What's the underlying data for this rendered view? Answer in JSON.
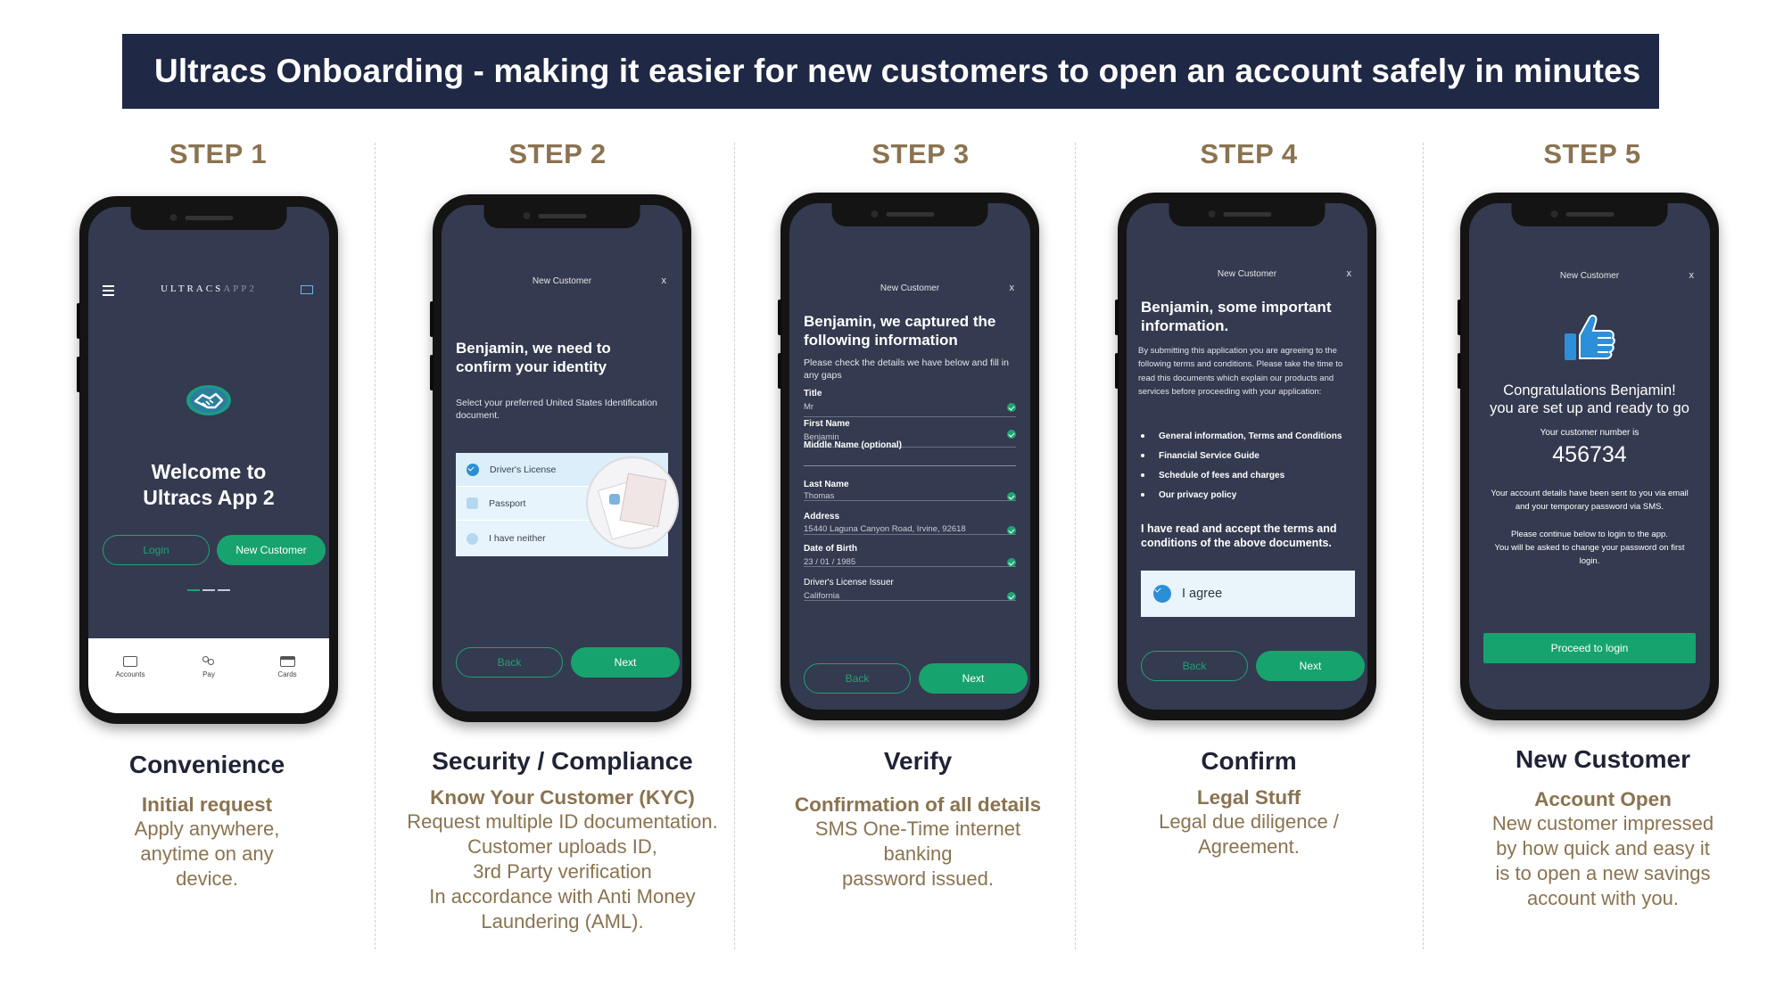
{
  "banner": {
    "title": "Ultracs Onboarding - making it easier for new customers to open an account safely in minutes"
  },
  "colors": {
    "banner_bg": "#1f2845",
    "accent_green": "#17a36d",
    "step_gold": "#8a7350",
    "screen_bg": "#343a4f"
  },
  "steps": [
    {
      "label": "STEP 1",
      "screen": {
        "menu_icon": "hamburger-menu-icon",
        "brand": "ULTRACS",
        "brand_suffix": "APP2",
        "mail_icon": "mail-icon",
        "logo_icon": "handshake-icon",
        "welcome": "Welcome to\nUltracs App 2",
        "login": "Login",
        "new_customer": "New Customer",
        "tabs": [
          {
            "icon": "accounts-icon",
            "label": "Accounts"
          },
          {
            "icon": "pay-icon",
            "label": "Pay"
          },
          {
            "icon": "cards-icon",
            "label": "Cards"
          }
        ]
      },
      "caption": {
        "title": "Convenience",
        "subtitle": "Initial request",
        "body": "Apply anywhere,\nanytime on any\ndevice."
      }
    },
    {
      "label": "STEP 2",
      "screen": {
        "header": "New Customer",
        "close": "x",
        "title": "Benjamin, we need to confirm your identity",
        "instruction": "Select your preferred United States Identification document.",
        "options": [
          {
            "label": "Driver's License",
            "selected": true
          },
          {
            "label": "Passport",
            "selected": false
          },
          {
            "label": "I have neither",
            "selected": false
          }
        ],
        "back": "Back",
        "next": "Next"
      },
      "caption": {
        "title": "Security / Compliance",
        "subtitle": "Know Your Customer (KYC)",
        "body": "Request multiple ID documentation.\nCustomer uploads ID,\n3rd Party verification\nIn accordance with Anti Money\nLaundering (AML)."
      }
    },
    {
      "label": "STEP 3",
      "screen": {
        "header": "New Customer",
        "close": "x",
        "title": "Benjamin, we captured the following information",
        "instruction": "Please check the details we have below and fill in any gaps",
        "fields": [
          {
            "label": "Title",
            "value": "Mr",
            "verified": true
          },
          {
            "label": "First Name",
            "value": "Benjamin",
            "verified": true
          },
          {
            "label": "Middle Name (optional)",
            "value": "",
            "verified": false
          },
          {
            "label": "Last Name",
            "value": "Thomas",
            "verified": true
          },
          {
            "label": "Address",
            "value": "15440 Laguna Canyon Road, Irvine, 92618",
            "verified": true
          },
          {
            "label": "Date of Birth",
            "value": "23 / 01 / 1985",
            "verified": true
          },
          {
            "label": "Driver's License Issuer",
            "value": "California",
            "verified": true
          }
        ],
        "back": "Back",
        "next": "Next"
      },
      "caption": {
        "title": "Verify",
        "subtitle": "Confirmation of all details",
        "body": "SMS  One-Time internet\nbanking\npassword issued."
      }
    },
    {
      "label": "STEP 4",
      "screen": {
        "header": "New Customer",
        "close": "x",
        "title": "Benjamin, some important information.",
        "instruction": "By submitting this application you are agreeing to the following terms and conditions. Please take the time to read this documents which explain our products and services before proceeding with your application:",
        "bullets": [
          "General information, Terms and Conditions",
          "Financial Service Guide",
          "Schedule of fees and charges",
          "Our privacy policy"
        ],
        "accept_text": "I have read and accept the terms and conditions of the above documents.",
        "agree": "I agree",
        "back": "Back",
        "next": "Next"
      },
      "caption": {
        "title": "Confirm",
        "subtitle": "Legal Stuff",
        "body": "Legal due diligence /\nAgreement."
      }
    },
    {
      "label": "STEP 5",
      "screen": {
        "header": "New Customer",
        "close": "x",
        "thumb_icon": "thumbs-up-icon",
        "congrats": "Congratulations Benjamin!\nyou are set up and ready to go",
        "number_label": "Your customer number is",
        "number": "456734",
        "details": "Your account details have been sent to you via email and your temporary password via SMS.",
        "continue": "Please continue below to login to the app.\nYou will be asked to change your password on first login.",
        "proceed": "Proceed to login"
      },
      "caption": {
        "title": "New Customer",
        "subtitle": "Account Open",
        "body": "New customer impressed\nby how quick and easy it\nis to open a new savings\naccount with you."
      }
    }
  ]
}
